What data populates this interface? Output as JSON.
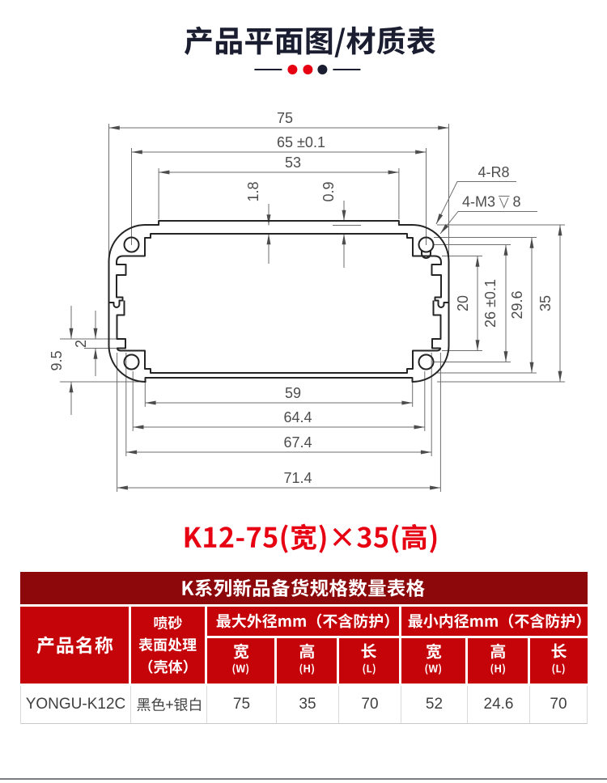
{
  "page": {
    "background": "#ffffff"
  },
  "header": {
    "title": "产品平面图/材质表",
    "divider": {
      "dot_colors": [
        "#e60012",
        "#e60012",
        "#1b1d31"
      ],
      "line_color": "#1b1d31"
    }
  },
  "drawing": {
    "dims": {
      "total_width": "75",
      "screw_span_width": "65 ±0.1",
      "top_flat_width": "53",
      "wall_thickness": "1.8",
      "cover_step": "0.9",
      "slot_height": "20",
      "screw_span_height": "26 ±0.1",
      "inner_height": "29.6",
      "total_height": "35",
      "side_step": "9.5",
      "side_step_small": "2",
      "bottom_flat": "59",
      "bottom_inner": "64.4",
      "bottom_mid": "67.4",
      "bottom_outer": "71.4"
    },
    "notes": {
      "corner_radius": "4-R8",
      "screw_thread": "4-M3",
      "screw_depth": "8"
    }
  },
  "caption": {
    "text": "K12-75(宽)×35(高)",
    "color": "#e60012"
  },
  "spec_table": {
    "title": "K系列新品备货规格数量表格",
    "columns": {
      "product_name": "产品名称",
      "surface": [
        "喷砂",
        "表面处理",
        "（壳体）"
      ],
      "max_outer": "最大外径mm（不含防护）",
      "min_inner": "最小内径mm（不含防护）",
      "sub_cn": [
        "宽",
        "高",
        "长"
      ],
      "sub_en": [
        "(W)",
        "(H)",
        "(L)"
      ]
    },
    "row": {
      "product_name": "YONGU-K12C",
      "surface": "黑色+银白",
      "max_outer_w": "75",
      "max_outer_h": "35",
      "max_outer_l": "70",
      "min_inner_w": "52",
      "min_inner_h": "24.6",
      "min_inner_l": "70"
    },
    "colors": {
      "title_bg": "#8c080a",
      "header_bg": "#c50409",
      "header_text": "#ffffff",
      "body_text": "#404040"
    }
  },
  "footer": {
    "divider_color": "#797d82"
  }
}
